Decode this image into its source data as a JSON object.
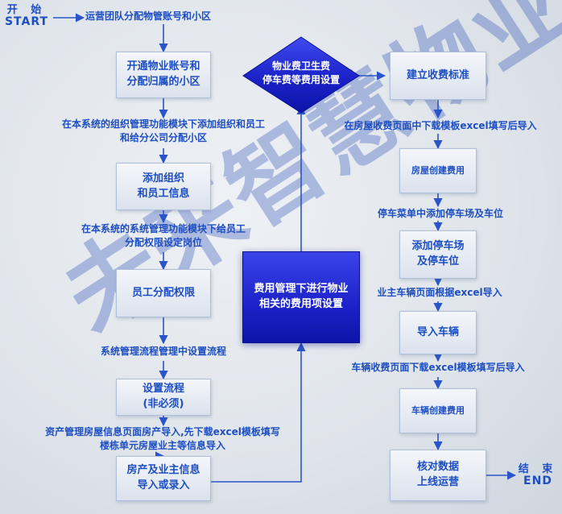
{
  "terminals": {
    "start_cn": "开 始",
    "start_en": "START",
    "end_cn": "结 束",
    "end_en": "END"
  },
  "left_column": {
    "step_assign_label": "运营团队分配物管账号和小区",
    "box_open_account": "开通物业账号和\n分配归属的小区",
    "label_org": "在本系统的组织管理功能模块下添加组织和员工\n和给分公司分配小区",
    "box_add_org": "添加组织\n和员工信息",
    "label_perm": "在本系统的系统管理功能模块下给员工\n分配权限设定岗位",
    "box_perm": "员工分配权限",
    "label_flow": "系统管理流程管理中设置流程",
    "box_flow": "设置流程\n(非必须)",
    "label_import": "资产管理房屋信息页面房产导入,先下载excel模板填写\n楼栋单元房屋业主等信息导入",
    "box_import": "房产及业主信息\n导入或录入"
  },
  "middle_column": {
    "box_fee_settings": "费用管理下进行物业\n相关的费用项设置",
    "diamond_fee": "物业费卫生费\n停车费等费用设置"
  },
  "right_column": {
    "box_standard": "建立收费标准",
    "label_house_tpl": "在房屋收费页面中下载模板excel填写后导入",
    "box_house_fee": "房屋创建费用",
    "label_parking": "停车菜单中添加停车场及车位",
    "box_parking": "添加停车场\n及停车位",
    "label_vehicle_import": "业主车辆页面根据excel导入",
    "box_vehicle_import": "导入车辆",
    "label_vehicle_tpl": "车辆收费页面下载excel模板填写后导入",
    "box_vehicle_fee": "车辆创建费用",
    "box_verify": "核对数据\n上线运营"
  },
  "watermark": "未来智慧物业",
  "colors": {
    "accent": "#1d4ec2",
    "arrow": "#2a55c8",
    "dark_box": "#1a22c8",
    "box_fill": "#e8ecf3"
  }
}
